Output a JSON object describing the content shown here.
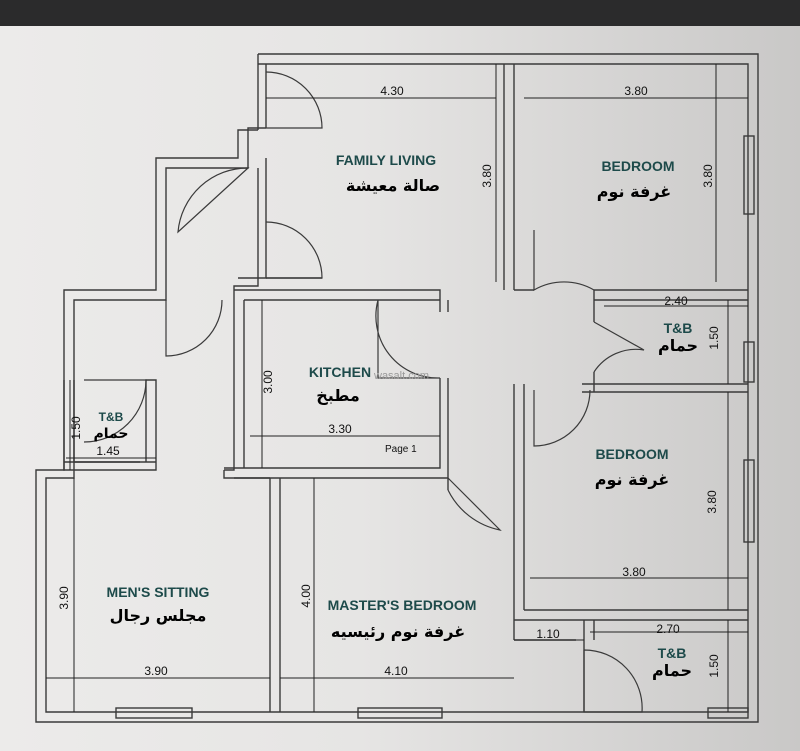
{
  "rooms": {
    "family_living": {
      "en": "FAMILY LIVING",
      "ar": "صالة معيشة"
    },
    "bedroom_top": {
      "en": "BEDROOM",
      "ar": "غرفة نوم"
    },
    "tb_right_upper": {
      "en": "T&B",
      "ar": "حمام"
    },
    "kitchen": {
      "en": "KITCHEN",
      "ar": "مطبخ"
    },
    "tb_left": {
      "en": "T&B",
      "ar": "حمام"
    },
    "bedroom_mid": {
      "en": "BEDROOM",
      "ar": "غرفة نوم"
    },
    "mens_sitting": {
      "en": "MEN'S SITTING",
      "ar": "مجلس رجال"
    },
    "masters_bedroom": {
      "en": "MASTER'S BEDROOM",
      "ar": "غرفة نوم رئيسيه"
    },
    "tb_right_lower": {
      "en": "T&B",
      "ar": "حمام"
    }
  },
  "dimensions": {
    "living_w": "4.30",
    "living_h": "3.80",
    "bed_top_w": "3.80",
    "bed_top_h": "3.80",
    "tb_ru_w": "2.40",
    "tb_ru_h": "1.50",
    "kitchen_w": "3.30",
    "kitchen_h": "3.00",
    "tb_l_w": "1.45",
    "tb_l_h": "1.50",
    "bed_mid_w": "3.80",
    "bed_mid_h": "3.80",
    "mens_w": "3.90",
    "mens_h": "3.90",
    "master_w": "4.10",
    "master_h": "4.00",
    "corr_w": "1.10",
    "tb_rl_w": "2.70",
    "tb_rl_h": "1.50"
  },
  "page_label": "Page 1",
  "watermark": "wasalt.com"
}
